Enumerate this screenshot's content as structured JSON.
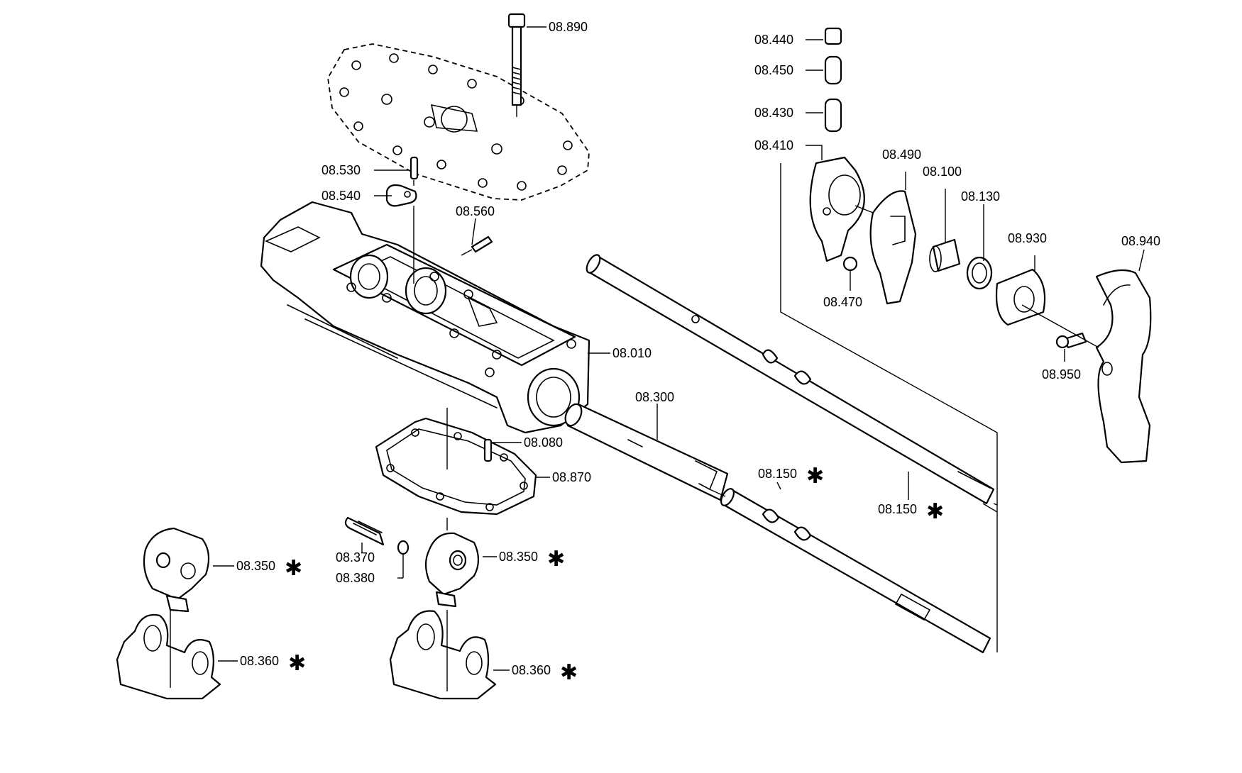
{
  "callouts": [
    {
      "id": "08.890",
      "starred": false
    },
    {
      "id": "08.530",
      "starred": false
    },
    {
      "id": "08.540",
      "starred": false
    },
    {
      "id": "08.560",
      "starred": false
    },
    {
      "id": "08.010",
      "starred": false
    },
    {
      "id": "08.080",
      "starred": false
    },
    {
      "id": "08.870",
      "starred": false
    },
    {
      "id": "08.300",
      "starred": false
    },
    {
      "id": "08.150",
      "starred": true
    },
    {
      "id": "08.150",
      "starred": true
    },
    {
      "id": "08.370",
      "starred": false
    },
    {
      "id": "08.380",
      "starred": false
    },
    {
      "id": "08.350",
      "starred": true
    },
    {
      "id": "08.350",
      "starred": true
    },
    {
      "id": "08.360",
      "starred": true
    },
    {
      "id": "08.360",
      "starred": true
    },
    {
      "id": "08.440",
      "starred": false
    },
    {
      "id": "08.450",
      "starred": false
    },
    {
      "id": "08.430",
      "starred": false
    },
    {
      "id": "08.410",
      "starred": false
    },
    {
      "id": "08.490",
      "starred": false
    },
    {
      "id": "08.100",
      "starred": false
    },
    {
      "id": "08.130",
      "starred": false
    },
    {
      "id": "08.470",
      "starred": false
    },
    {
      "id": "08.930",
      "starred": false
    },
    {
      "id": "08.940",
      "starred": false
    },
    {
      "id": "08.950",
      "starred": false
    }
  ],
  "star_symbol": "✱"
}
